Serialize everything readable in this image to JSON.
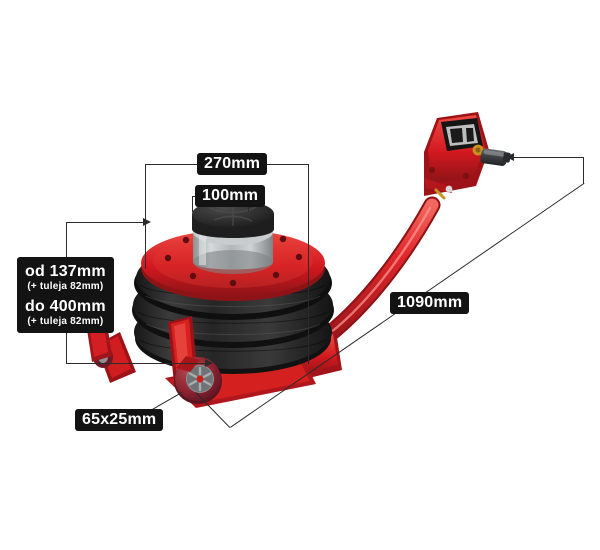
{
  "page": {
    "background_color": "#ffffff",
    "subject": "pneumatic-air-jack-dimension-diagram"
  },
  "colors": {
    "line": "#2b2b2b",
    "badge_bg": "#131313",
    "badge_text": "#ffffff",
    "body_red": "#d81f26",
    "body_red_dark": "#9d1318",
    "body_red_light": "#f0564f",
    "bellows_black": "#2a2a2a",
    "bellows_black_dark": "#161616",
    "cylinder_grey": "#b9bcbd",
    "cylinder_grey_dark": "#8d9193",
    "cap_black": "#2b2b2b",
    "wheel_red": "#8e2430",
    "hub_grey": "#8e9294",
    "inlet_grey": "#4a4c4e",
    "brass": "#c8941f"
  },
  "dimensions": {
    "width_top": {
      "label": "270mm",
      "value": 270,
      "unit": "mm",
      "measures": "overall-base-width"
    },
    "cylinder": {
      "label": "100mm",
      "value": 100,
      "unit": "mm",
      "measures": "lifting-pad-diameter"
    },
    "height_min": {
      "label": "od 137mm",
      "sub_label": "(+ tuleja 82mm)",
      "value": 137,
      "unit": "mm",
      "measures": "minimum-height"
    },
    "height_max": {
      "label": "do 400mm",
      "sub_label": "(+ tuleja 82mm)",
      "value": 400,
      "unit": "mm",
      "measures": "maximum-height"
    },
    "wheel": {
      "label": "65x25mm",
      "value": "65x25",
      "unit": "mm",
      "measures": "caster-wheel-size"
    },
    "length_overall": {
      "label": "1090mm",
      "value": 1090,
      "unit": "mm",
      "measures": "overall-length-with-handle"
    }
  }
}
